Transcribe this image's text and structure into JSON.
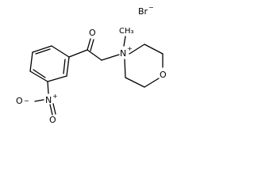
{
  "diagram": {
    "counterion": {
      "symbol": "Br",
      "charge": "−"
    },
    "atoms": {
      "carbonyl_oxygen": "O",
      "nitro_nitrogen": {
        "symbol": "N",
        "charge": "+"
      },
      "nitro_oxygen_anion": {
        "symbol": "O",
        "charge": "−"
      },
      "nitro_oxygen_double": "O",
      "quaternary_nitrogen": {
        "symbol": "N",
        "charge": "+"
      },
      "methyl_label": "CH₃",
      "morpholine_oxygen": "O"
    }
  }
}
